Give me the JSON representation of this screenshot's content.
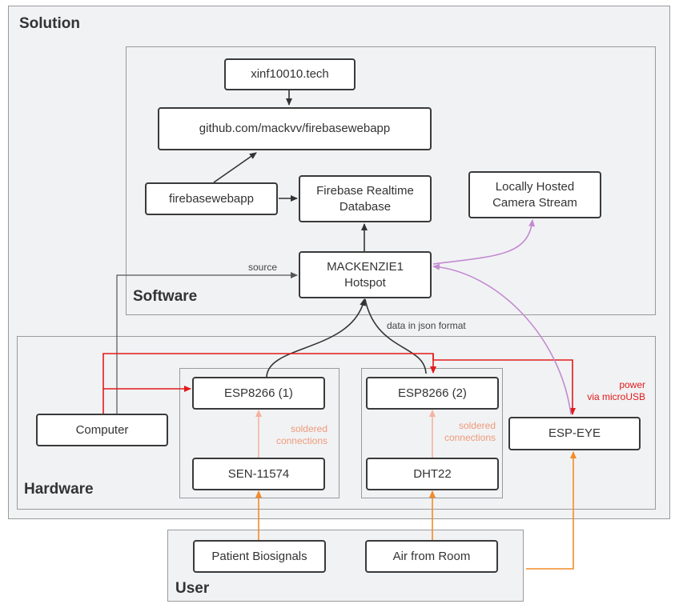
{
  "regions": {
    "solution": "Solution",
    "software": "Software",
    "hardware": "Hardware",
    "user": "User"
  },
  "nodes": {
    "xinf": "xinf10010.tech",
    "github": "github.com/mackvv/firebasewebapp",
    "firebasewebapp": "firebasewebapp",
    "firebase_db_line1": "Firebase Realtime",
    "firebase_db_line2": "Database",
    "camera_line1": "Locally Hosted",
    "camera_line2": "Camera Stream",
    "hotspot_line1": "MACKENZIE1",
    "hotspot_line2": "Hotspot",
    "computer": "Computer",
    "esp1": "ESP8266 (1)",
    "esp2": "ESP8266 (2)",
    "espeye": "ESP-EYE",
    "sen": "SEN-11574",
    "dht": "DHT22",
    "patient": "Patient Biosignals",
    "air": "Air from Room"
  },
  "labels": {
    "source": "source",
    "json": "data in json format",
    "soldered1_line1": "soldered",
    "soldered1_line2": "connections",
    "soldered2_line1": "soldered",
    "soldered2_line2": "connections",
    "power_line1": "power",
    "power_line2": "via microUSB"
  },
  "colors": {
    "black_edge": "#333333",
    "red_power": "#e31a1a",
    "orange_input": "#f28c28",
    "salmon_solder": "#f5b3a0",
    "purple_camera": "#c28bd0",
    "gray_source": "#555555"
  }
}
